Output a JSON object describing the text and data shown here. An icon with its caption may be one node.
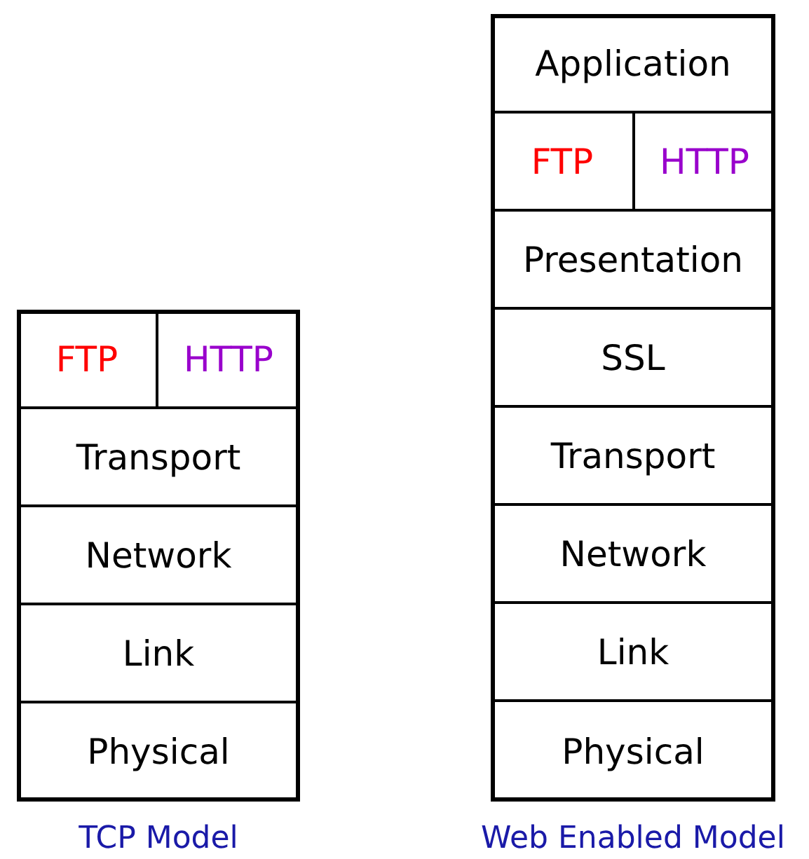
{
  "diagram": {
    "nodes": [
      {
        "text": [
          "TCP Model"
        ]
      },
      {
        "text": [
          "FTP"
        ],
        "in": 0
      },
      {
        "text": [
          "HTTP"
        ],
        "in": 0
      },
      {
        "text": [
          "Transport"
        ],
        "in": 0
      },
      {
        "text": [
          "Network"
        ],
        "in": 0
      },
      {
        "text": [
          "Link"
        ],
        "in": 0
      },
      {
        "text": [
          "Physical"
        ],
        "in": 0
      },
      {
        "text": [
          "Web Enabled Model"
        ]
      },
      {
        "text": [
          "Application"
        ],
        "in": 7
      },
      {
        "text": [
          "FTP"
        ],
        "in": 7
      },
      {
        "text": [
          "HTTP"
        ],
        "in": 7
      },
      {
        "text": [
          "Presentation"
        ],
        "in": 7
      },
      {
        "text": [
          "SSL"
        ],
        "in": 7
      },
      {
        "text": [
          "Transport"
        ],
        "in": 7
      },
      {
        "text": [
          "Network"
        ],
        "in": 7
      },
      {
        "text": [
          "Link"
        ],
        "in": 7
      },
      {
        "text": [
          "Physical"
        ],
        "in": 7
      }
    ]
  }
}
